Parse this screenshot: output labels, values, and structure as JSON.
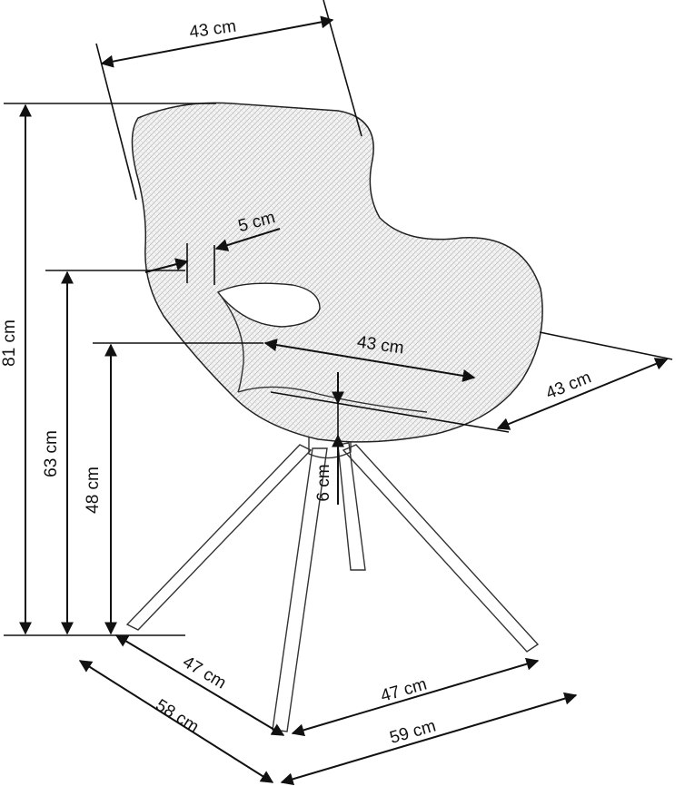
{
  "dimensions": {
    "backrest_width": "43 cm",
    "armrest_gap": "5 cm",
    "seat_width": "43 cm",
    "seat_depth": "43 cm",
    "seat_thickness": "6 cm",
    "total_height": "81 cm",
    "armrest_height": "63 cm",
    "seat_height": "48 cm",
    "base_left_leg_span": "47 cm",
    "base_depth": "58 cm",
    "base_right_leg_span": "47 cm",
    "base_width": "59 cm"
  }
}
